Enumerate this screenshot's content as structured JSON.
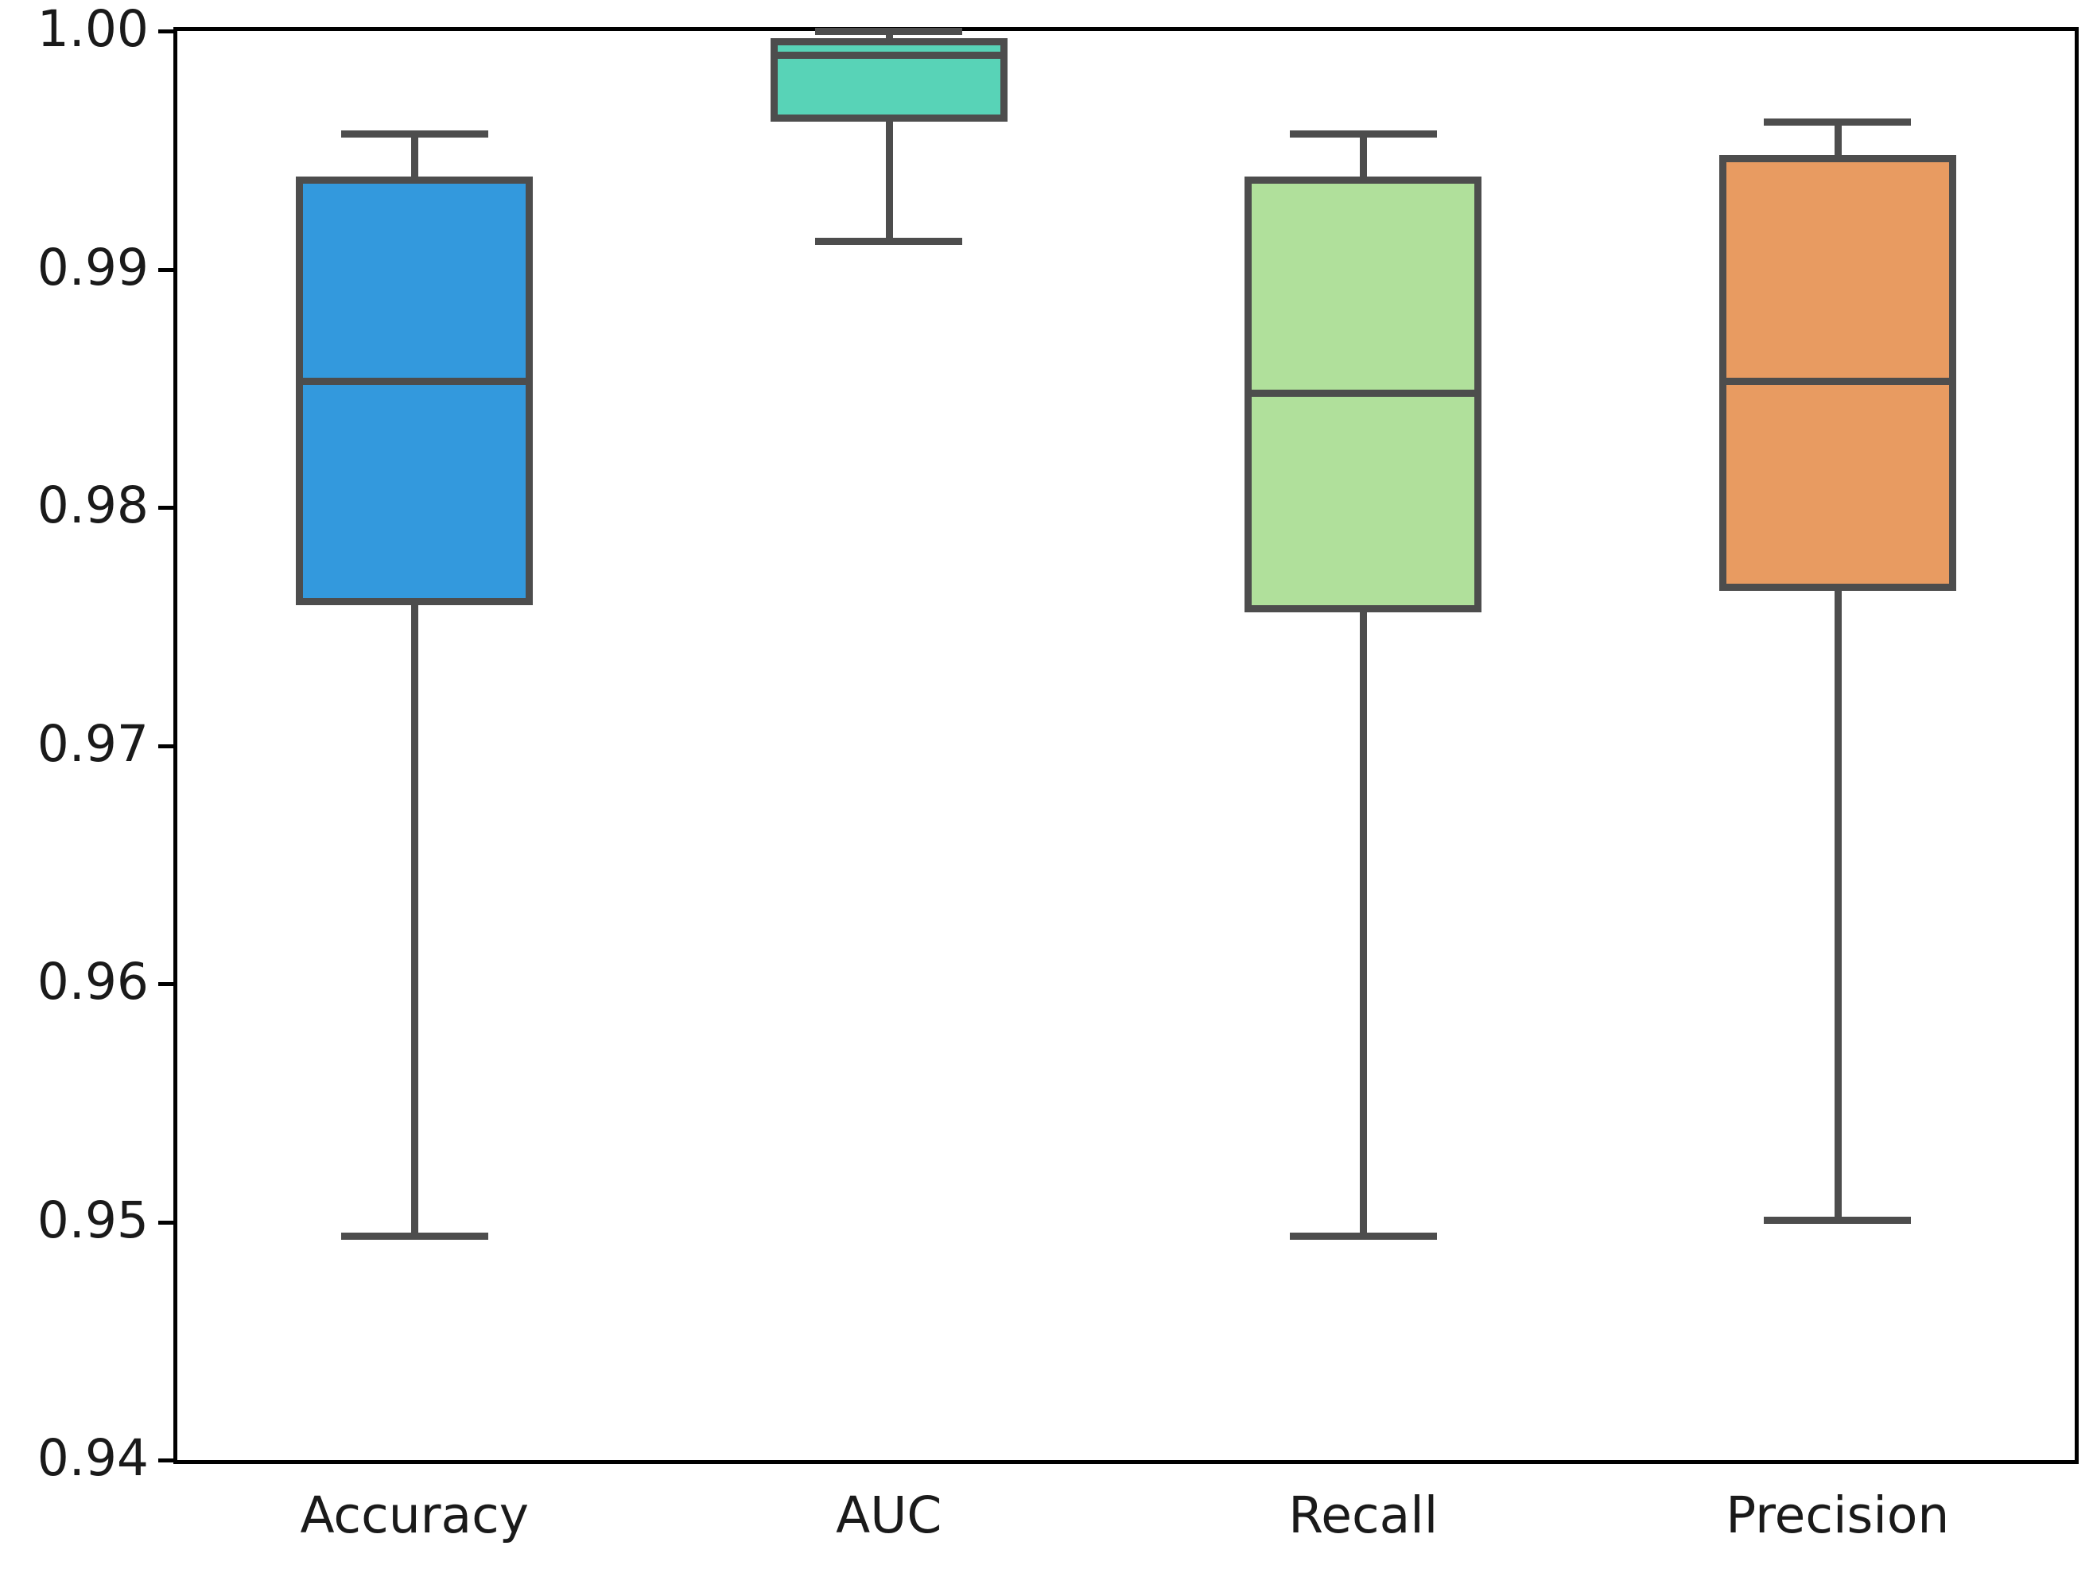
{
  "chart_data": {
    "type": "box",
    "title": "",
    "xlabel": "",
    "ylabel": "",
    "categories": [
      "Accuracy",
      "AUC",
      "Recall",
      "Precision"
    ],
    "ylim": [
      0.94,
      1.0
    ],
    "yticks": [
      "0.94",
      "0.95",
      "0.96",
      "0.97",
      "0.98",
      "0.99",
      "1.00"
    ],
    "ytick_values": [
      0.94,
      0.95,
      0.96,
      0.97,
      0.98,
      0.99,
      1.0
    ],
    "grid": false,
    "legend": "none",
    "colors": {
      "accuracy": "#3399dd",
      "auc": "#58d3b7",
      "recall": "#b0e09b",
      "precision": "#e89b61",
      "edge": "#4d4d4d",
      "axis": "#000000",
      "background": "#ffffff"
    },
    "boxes": [
      {
        "label": "Accuracy",
        "color": "#3399dd",
        "whisker_low": 0.9494,
        "q1": 0.9759,
        "median": 0.9853,
        "q3": 0.9939,
        "whisker_high": 0.9957,
        "outliers": []
      },
      {
        "label": "AUC",
        "color": "#58d3b7",
        "whisker_low": 0.9912,
        "q1": 0.9962,
        "median": 0.999,
        "q3": 0.9997,
        "whisker_high": 1.0,
        "outliers": []
      },
      {
        "label": "Recall",
        "color": "#b0e09b",
        "whisker_low": 0.9494,
        "q1": 0.9756,
        "median": 0.9848,
        "q3": 0.9939,
        "whisker_high": 0.9957,
        "outliers": []
      },
      {
        "label": "Precision",
        "color": "#e89b61",
        "whisker_low": 0.9501,
        "q1": 0.9765,
        "median": 0.9853,
        "q3": 0.9948,
        "whisker_high": 0.9962,
        "outliers": []
      }
    ]
  }
}
